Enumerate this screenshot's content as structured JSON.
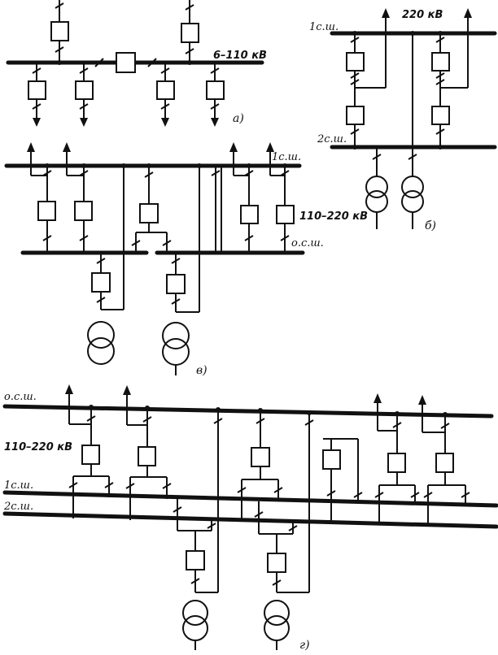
{
  "diagram_a": {
    "voltage": "6–110 кВ",
    "caption": "а)"
  },
  "diagram_b": {
    "bus1": "1с.ш.",
    "bus2": "2с.ш.",
    "voltage": "220 кВ",
    "caption": "б)"
  },
  "diagram_v": {
    "bus1": "1с.ш.",
    "voltage": "110–220 кВ",
    "bypass": "о.с.ш.",
    "caption": "в)"
  },
  "diagram_g": {
    "bypass": "о.с.ш.",
    "voltage": "110–220 кВ",
    "bus1": "1с.ш.",
    "bus2": "2с.ш.",
    "caption": "г)"
  }
}
